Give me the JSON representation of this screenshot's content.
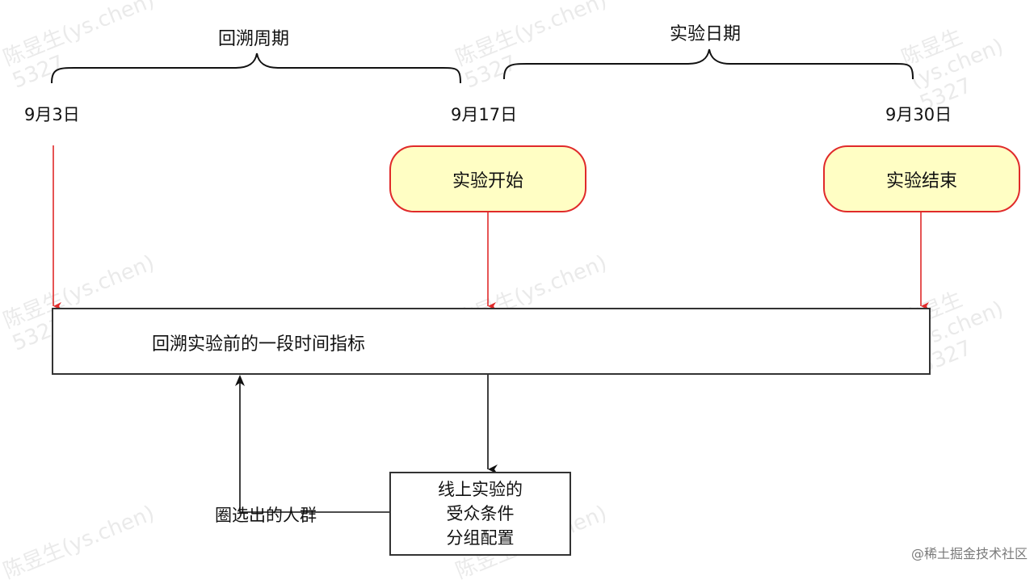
{
  "timeline": {
    "lookback_label": "回溯周期",
    "experiment_label": "实验日期",
    "dates": [
      "9月3日",
      "9月17日",
      "9月30日"
    ]
  },
  "nodes": {
    "start": "实验开始",
    "end": "实验结束",
    "lookback_metrics": "回溯实验前的一段时间指标",
    "config_lines": [
      "线上实验的",
      "受众条件",
      "分组配置"
    ],
    "selected_crowd": "圈选出的人群"
  },
  "watermark": {
    "name": "陈昱生(ys.chen)",
    "id": "5327"
  },
  "brand": "@稀土掘金技术社区",
  "colors": {
    "red_arrow": "#e02a2a",
    "pill_fill": "#fffec4",
    "box_border": "#333333"
  }
}
